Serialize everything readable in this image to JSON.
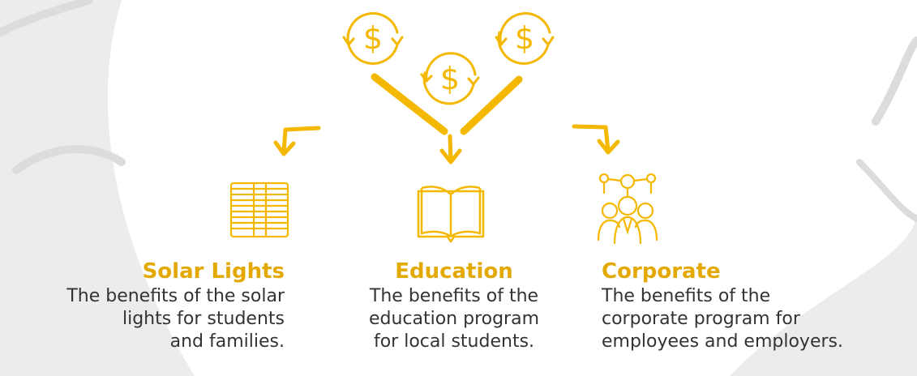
{
  "colors": {
    "accent": "#f5b800",
    "accent_dark": "#e3a900",
    "text": "#333333",
    "blob": "#ffffff",
    "background": "#ececec"
  },
  "programs": [
    {
      "title": "Solar Lights",
      "icon": "solar-panel-icon",
      "description": [
        "The benefits of the solar",
        "lights for students",
        "and families."
      ]
    },
    {
      "title": "Education",
      "icon": "open-book-icon",
      "description": [
        "The benefits of the",
        "education program",
        "for local students."
      ]
    },
    {
      "title": "Corporate",
      "icon": "people-network-icon",
      "description": [
        "The benefits of the",
        "corporate program for",
        "employees and employers."
      ]
    }
  ]
}
